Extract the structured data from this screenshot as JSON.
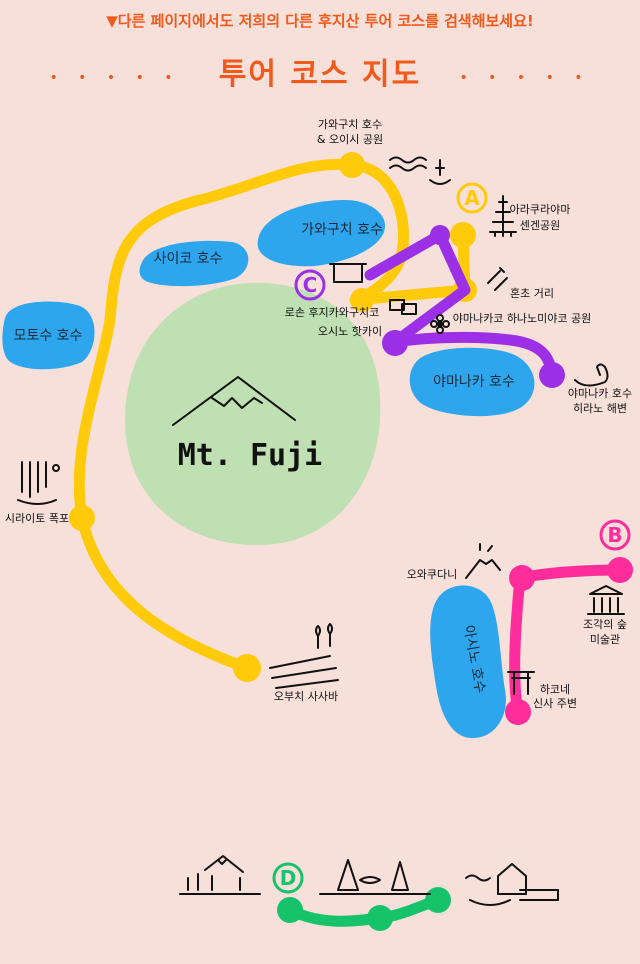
{
  "banner": {
    "text": "▼다른 페이지에서도 저희의 다른 후지산 투어 코스를 검색해보세요!"
  },
  "heading": {
    "text": "투어 코스 지도",
    "dots": "• • • • •"
  },
  "colors": {
    "background": "#f8e0da",
    "heading": "#f05a1a",
    "lake": "#2ea6ee",
    "mountain_area": "#bfe0b2",
    "route_yellow": "#ffca0a",
    "route_purple": "#9b30e6",
    "route_pink": "#ff2c9c",
    "route_green": "#16c36a"
  },
  "mountain": {
    "label": "Mt. Fuji"
  },
  "routes": [
    {
      "letter": "A",
      "color": "#ffca0a"
    },
    {
      "letter": "B",
      "color": "#ff2c9c"
    },
    {
      "letter": "C",
      "color": "#9b30e6"
    },
    {
      "letter": "D",
      "color": "#16c36a"
    }
  ],
  "lakes": {
    "kawaguchi": "가와구치 호수",
    "sai": "사이코 호수",
    "motosu": "모토수 호수",
    "yamanaka": "야마나카 호수",
    "ashi": "아시노 호수"
  },
  "places": {
    "kawaguchi_oishi": [
      "가와구치 호수",
      "& 오이시 공원"
    ],
    "arakurayama": [
      "아라쿠라야마",
      "센겐공원"
    ],
    "honcho": "혼초 거리",
    "lawson": "로손 후지카와구치코",
    "oshino": "오시노 핫카이",
    "hananomiyako": "야마나카코 하나노미야코 공원",
    "hirano": [
      "야마나카 호수",
      "히라노 해변"
    ],
    "shiraito": "시라이토 폭포",
    "owakudani": "오와쿠다니",
    "sculpture": [
      "조각의 숲",
      "미술관"
    ],
    "hakone_shrine": [
      "하코네",
      "신사 주변"
    ],
    "obuchi": "오부치 사사바"
  },
  "icons": [
    "hot-spring-icon",
    "pagoda-icon",
    "torii-gate-icon",
    "swan-boat-icon",
    "waterfall-icon",
    "museum-icon",
    "volcano-icon",
    "flower-icon",
    "farm-field-icon",
    "shop-icon",
    "forest-icon",
    "onsen-house-icon"
  ]
}
